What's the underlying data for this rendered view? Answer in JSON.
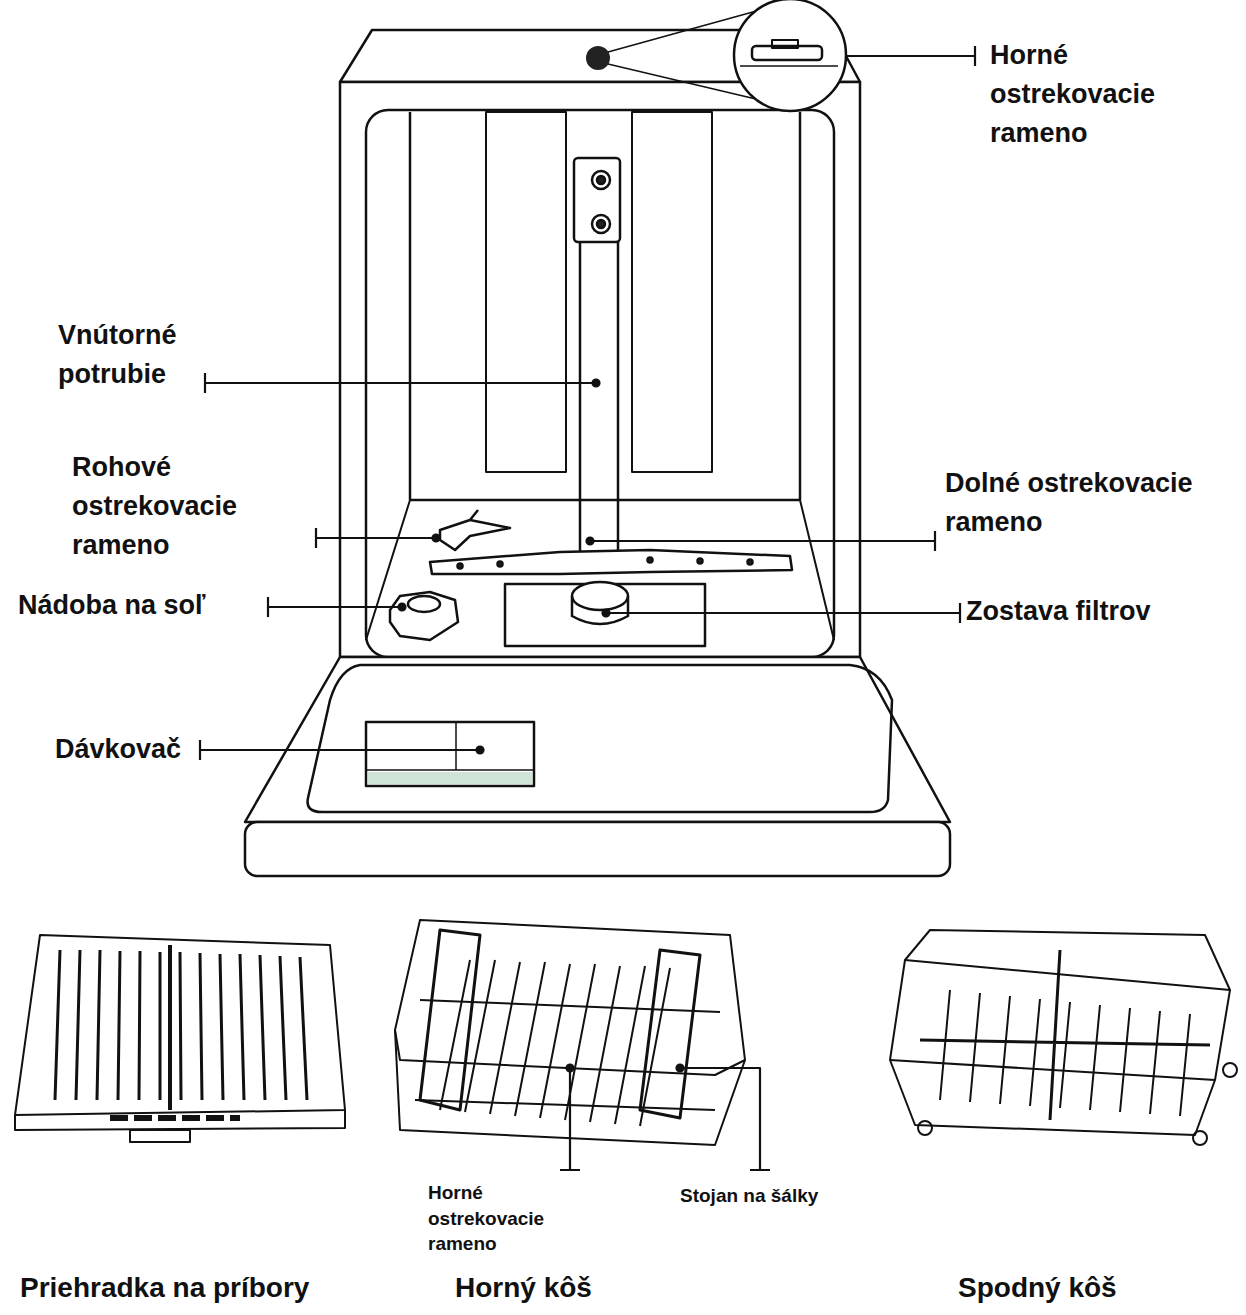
{
  "diagram": {
    "labels": [
      "Horné ostrekovacie rameno",
      "Vnútorné potrubie",
      "Rohové ostrekovacie rameno",
      "Dolné ostrekovacie rameno",
      "Nádoba na soľ",
      "Zostava filtrov",
      "Dávkovač",
      "Horné ostrekovacie rameno",
      "Stojan na šálky",
      "Priehradka na príbory",
      "Horný kôš",
      "Spodný kôš"
    ]
  }
}
